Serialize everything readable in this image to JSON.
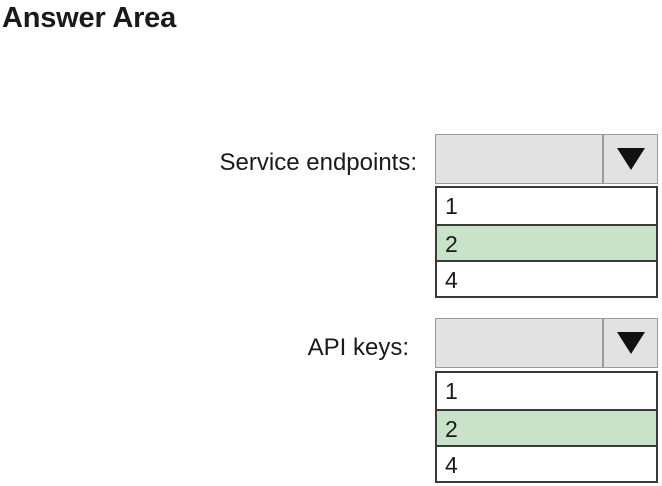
{
  "header": {
    "title": "Answer Area"
  },
  "questions": [
    {
      "label": "Service endpoints:",
      "dropdown_value": "",
      "options": [
        "1",
        "2",
        "4"
      ],
      "selected": "2"
    },
    {
      "label": "API keys:",
      "dropdown_value": "",
      "options": [
        "1",
        "2",
        "4"
      ],
      "selected": "2"
    }
  ],
  "icons": {
    "dropdown_arrow": "triangle-down-icon"
  },
  "colors": {
    "dropdown_bg": "#e2e2e2",
    "selected_bg": "#c9e3c8",
    "border": "#3a3a3a"
  }
}
